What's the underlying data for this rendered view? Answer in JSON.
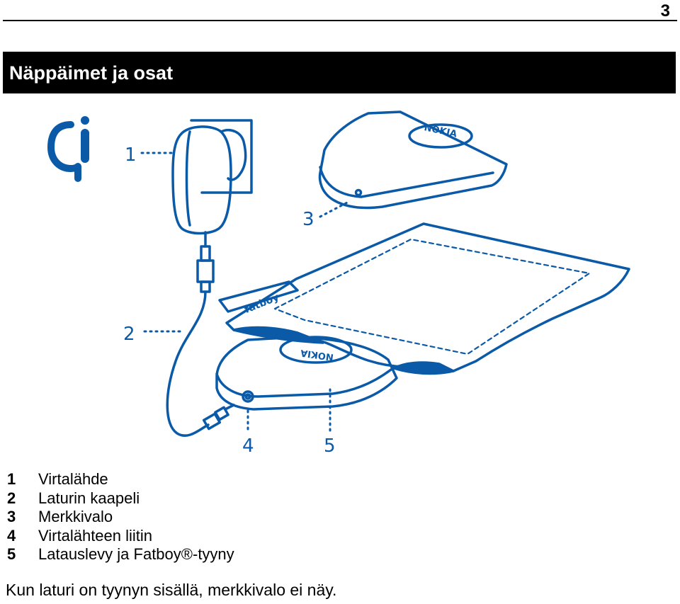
{
  "page_number": "3",
  "section_title": "Näppäimet ja osat",
  "diagram": {
    "callouts": [
      "1",
      "2",
      "3",
      "4",
      "5"
    ],
    "logo_text_fatboy": "fatboy",
    "logo_text_nokia": "NOKIA",
    "qi_logo": "qi-logo-icon",
    "accent_color": "#0a5aa8"
  },
  "legend": [
    {
      "num": "1",
      "label": "Virtalähde"
    },
    {
      "num": "2",
      "label": "Laturin kaapeli"
    },
    {
      "num": "3",
      "label": "Merkkivalo"
    },
    {
      "num": "4",
      "label": "Virtalähteen liitin"
    },
    {
      "num": "5",
      "label": "Latauslevy ja Fatboy®-tyyny"
    }
  ],
  "note": "Kun laturi on tyynyn sisällä, merkkivalo ei näy."
}
